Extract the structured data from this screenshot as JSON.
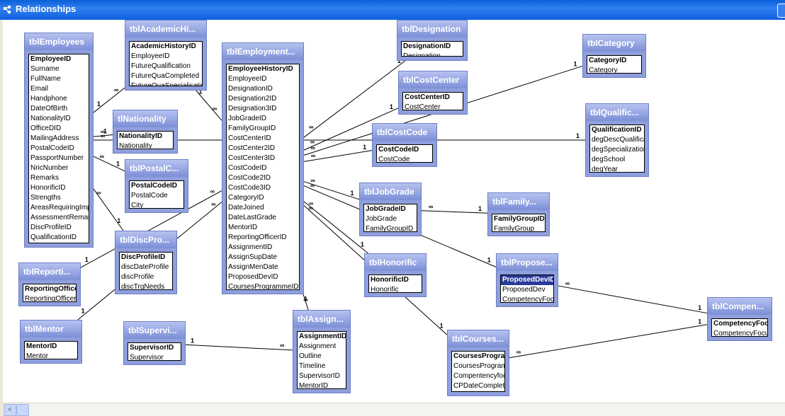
{
  "window": {
    "title": "Relationships"
  },
  "scrollbar": {
    "left_arrow": "<"
  },
  "tables": [
    {
      "id": "employees",
      "title": "tblEmployees",
      "fields": [
        "EmployeeID",
        "Surname",
        "FullName",
        "Email",
        "Handphone",
        "DateOfBirth",
        "NationalityID",
        "OfficeDID",
        "MailingAddress",
        "PostalCodeID",
        "PassportNumber",
        "NricNumber",
        "Remarks",
        "HonorificID",
        "Strengths",
        "AreasRequiringImp",
        "AssessmentRemar",
        "DiscProfileID",
        "QualificationID"
      ],
      "pk": [
        0
      ]
    },
    {
      "id": "academic",
      "title": "tblAcademicHi...",
      "fields": [
        "AcademicHistoryID",
        "EmployeeID",
        "FutureQualification",
        "FutureQuaCompleted",
        "FutureQuaSpecialisatic"
      ],
      "pk": [
        0
      ]
    },
    {
      "id": "employment",
      "title": "tblEmployment...",
      "fields": [
        "EmployeeHistoryID",
        "EmployeeID",
        "DesignationID",
        "Designation2ID",
        "Designation3ID",
        "JobGradeID",
        "FamilyGroupID",
        "CostCenterID",
        "CostCenter2ID",
        "CostCenter3ID",
        "CostCodeID",
        "CostCode2ID",
        "CostCode3ID",
        "CategoryID",
        "DateJoined",
        "DateLastGrade",
        "MentorID",
        "ReportingOfficerID",
        "AssignmentID",
        "AssignSupDate",
        "AssignMenDate",
        "ProposedDevID",
        "CoursesProgrammeID"
      ],
      "pk": [
        0
      ]
    },
    {
      "id": "designation",
      "title": "tblDesignation",
      "fields": [
        "DesignationID",
        "Designation"
      ],
      "pk": [
        0
      ]
    },
    {
      "id": "costcenter",
      "title": "tblCostCenter",
      "fields": [
        "CostCenterID",
        "CostCenter"
      ],
      "pk": [
        0
      ]
    },
    {
      "id": "category",
      "title": "tblCategory",
      "fields": [
        "CategoryID",
        "Category"
      ],
      "pk": [
        0
      ]
    },
    {
      "id": "nationality",
      "title": "tlNationality",
      "fields": [
        "NationalityID",
        "Nationality"
      ],
      "pk": [
        0
      ]
    },
    {
      "id": "qualification",
      "title": "tblQualific...",
      "fields": [
        "QualificationID",
        "degDescQualifica",
        "degSpecialization",
        "degSchool",
        "degYear"
      ],
      "pk": [
        0
      ]
    },
    {
      "id": "costcode",
      "title": "tblCostCode",
      "fields": [
        "CostCodeID",
        "CostCode"
      ],
      "pk": [
        0
      ]
    },
    {
      "id": "postal",
      "title": "tblPostalC...",
      "fields": [
        "PostalCodeID",
        "PostalCode",
        "City"
      ],
      "pk": [
        0
      ]
    },
    {
      "id": "jobgrade",
      "title": "tblJobGrade",
      "fields": [
        "JobGradeID",
        "JobGrade",
        "FamilyGroupID"
      ],
      "pk": [
        0
      ]
    },
    {
      "id": "family",
      "title": "tblFamily...",
      "fields": [
        "FamilyGroupID",
        "FamilyGroup"
      ],
      "pk": [
        0
      ]
    },
    {
      "id": "disc",
      "title": "tblDiscPro...",
      "fields": [
        "DiscProfileID",
        "discDateProfile",
        "discProfile",
        "discTrgNeeds"
      ],
      "pk": [
        0
      ]
    },
    {
      "id": "reporting",
      "title": "tblReporti...",
      "fields": [
        "ReportingOfficerI",
        "ReportingOfficer"
      ],
      "pk": [
        0
      ]
    },
    {
      "id": "honorific",
      "title": "tblHonorific",
      "fields": [
        "HonorificID",
        "Honorific"
      ],
      "pk": [
        0
      ]
    },
    {
      "id": "proposed",
      "title": "tblPropose...",
      "fields": [
        "ProposedDevID",
        "ProposedDev",
        "CompetencyFocu"
      ],
      "pk": [
        0
      ],
      "sel": [
        0
      ]
    },
    {
      "id": "compen",
      "title": "tblCompen...",
      "fields": [
        "CompetencyFoc",
        "CompetencyFocu"
      ],
      "pk": [
        0
      ]
    },
    {
      "id": "mentor",
      "title": "tblMentor",
      "fields": [
        "MentorID",
        "Mentor"
      ],
      "pk": [
        0
      ]
    },
    {
      "id": "supervi",
      "title": "tblSupervi...",
      "fields": [
        "SupervisorID",
        "Supervisor"
      ],
      "pk": [
        0
      ]
    },
    {
      "id": "assign",
      "title": "tblAssign...",
      "fields": [
        "AssignmentID",
        "Assignment",
        "Outline",
        "Timeline",
        "SupervisorID",
        "MentorID"
      ],
      "pk": [
        0
      ]
    },
    {
      "id": "courses",
      "title": "tblCourses...",
      "fields": [
        "CoursesProgramr",
        "CoursesProgramr",
        "Compentencyfoci",
        "CPDateComplete"
      ],
      "pk": [
        0
      ]
    }
  ],
  "relationships": [
    {
      "from": "employees",
      "to": "academic",
      "one": "1",
      "many": "∞"
    },
    {
      "from": "academic",
      "to": "employment",
      "one": "1",
      "many": "∞"
    },
    {
      "from": "designation",
      "to": "employment",
      "one": "1",
      "many": "∞"
    },
    {
      "from": "costcenter",
      "to": "employment",
      "one": "1",
      "many": "∞"
    },
    {
      "from": "category",
      "to": "employment",
      "one": "1",
      "many": "∞"
    },
    {
      "from": "nationality",
      "to": "employees",
      "one": "1",
      "many": "∞"
    },
    {
      "from": "qualification",
      "to": "employees",
      "one": "1",
      "many": "∞"
    },
    {
      "from": "costcode",
      "to": "employment",
      "one": "1",
      "many": "∞"
    },
    {
      "from": "postal",
      "to": "employees",
      "one": "1",
      "many": "∞"
    },
    {
      "from": "jobgrade",
      "to": "employment",
      "one": "1",
      "many": "∞"
    },
    {
      "from": "family",
      "to": "jobgrade",
      "one": "1",
      "many": "∞"
    },
    {
      "from": "disc",
      "to": "employees",
      "one": "1",
      "many": "∞"
    },
    {
      "from": "reporting",
      "to": "employment",
      "one": "1",
      "many": "∞"
    },
    {
      "from": "honorific",
      "to": "employment",
      "one": "1",
      "many": "∞"
    },
    {
      "from": "proposed",
      "to": "employment",
      "one": "1",
      "many": "∞"
    },
    {
      "from": "compen",
      "to": "proposed",
      "one": "1",
      "many": "∞"
    },
    {
      "from": "mentor",
      "to": "employment",
      "one": "1",
      "many": "∞"
    },
    {
      "from": "supervi",
      "to": "assign",
      "one": "1",
      "many": "∞"
    },
    {
      "from": "assign",
      "to": "employment",
      "one": "1",
      "many": "∞"
    },
    {
      "from": "courses",
      "to": "employment",
      "one": "1",
      "many": "∞"
    },
    {
      "from": "compen",
      "to": "courses",
      "one": "1",
      "many": "∞"
    }
  ],
  "colors": {
    "title_bar": "#1060e0",
    "table_frame": "#8f9fdc",
    "selected_field": "#2a3a9a"
  }
}
